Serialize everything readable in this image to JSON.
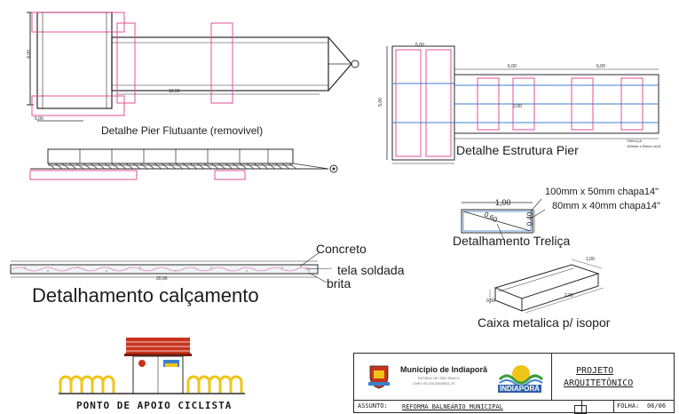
{
  "drawings": {
    "pier_flutuante": {
      "title": "Detalhe Pier Flutuante (removivel)",
      "dim_width": "5,00",
      "dim_height": "4,00",
      "dim_length": "12,00"
    },
    "estrutura_pier": {
      "title": "Detalhe Estrutura Pier",
      "dim_top": "5,00",
      "dim_height": "5,00",
      "dim_seg_a": "6,00",
      "dim_seg_b": "6,00",
      "dim_inner": "2,00",
      "note_a": "TRELIÇA",
      "note_b": "100mm x 50mm ch14"
    },
    "trelica": {
      "title": "Detalhamento Treliça",
      "dim_length": "1,00",
      "dim_height": "0,40",
      "dim_diag": "0,60",
      "spec_top": "100mm x 50mm chapa14\"",
      "spec_bottom": "80mm x 40mm chapa14\""
    },
    "calcamento": {
      "title": "Detalhamento calçamento",
      "layer_1": "Concreto",
      "layer_2": "tela soldada",
      "layer_3": "brita",
      "dim_length": "20,00"
    },
    "caixa": {
      "title": "Caixa metalica p/ isopor",
      "dim_a": "1,00",
      "dim_b": "0,50",
      "dim_c": "2,00"
    },
    "ponto_apoio": {
      "title": "PONTO DE APOIO CICLISTA"
    }
  },
  "title_block": {
    "municipality": "Município de Indiaporã",
    "municipality_sub": "ESTADO DE SÃO PAULO",
    "municipality_addr": "CNPJ 45.135.035/0001-70",
    "logo_text": "INDIAPORÃ",
    "project_line1": "PROJETO",
    "project_line2": "ARQUITETÔNICO",
    "subject_label": "ASSUNTO:",
    "subject_value": "REFORMA BALNEÁRIO MUNICIPAL",
    "sheet_label": "FOLHA:",
    "sheet_value": "06/06"
  },
  "colors": {
    "line": "#2a2a2a",
    "accent": "#e0529a",
    "blue": "#3c7fd0",
    "wood": "#c8331c",
    "yellow": "#f0c419"
  }
}
